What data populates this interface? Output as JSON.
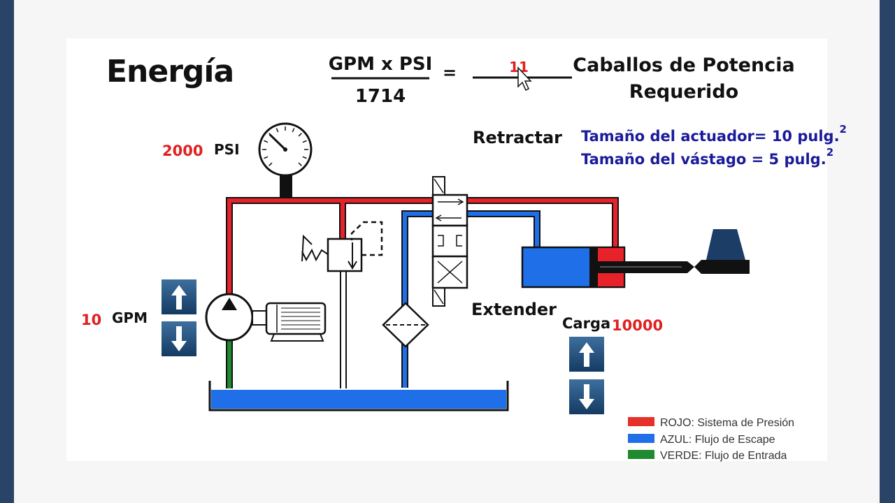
{
  "title": "Energía",
  "formula": {
    "numerator": "GPM x PSI",
    "denominator": "1714",
    "equals": "=",
    "result": "11",
    "result_label_line1": "Caballos de Potencia",
    "result_label_line2": "Requerido"
  },
  "pressure": {
    "value": "2000",
    "unit": "PSI",
    "gauge_fraction": 0.33
  },
  "flow": {
    "value": "10",
    "unit": "GPM"
  },
  "load": {
    "label": "Carga",
    "value": "10000"
  },
  "valve_labels": {
    "retract": "Retractar",
    "extend": "Extender"
  },
  "actuator_info": {
    "actuator_line": "Tamaño del actuador= 10 pulg.",
    "rod_line": "Tamaño del vástago = 5 pulg.",
    "exponent": "2"
  },
  "legend": [
    {
      "color": "#e8302a",
      "label": "ROJO: Sistema de Presión"
    },
    {
      "color": "#1e6fe8",
      "label": "AZUL: Flujo de Escape"
    },
    {
      "color": "#1f8a2e",
      "label": "VERDE: Flujo de Entrada"
    }
  ],
  "colors": {
    "pressure": "#e8222a",
    "return": "#1e6fe8",
    "inlet": "#1f8a2e",
    "tank": "#1e6fe8",
    "button": "#1c4a78"
  },
  "icons": {
    "up": "arrow-up-icon",
    "down": "arrow-down-icon",
    "cursor": "mouse-pointer-icon"
  }
}
